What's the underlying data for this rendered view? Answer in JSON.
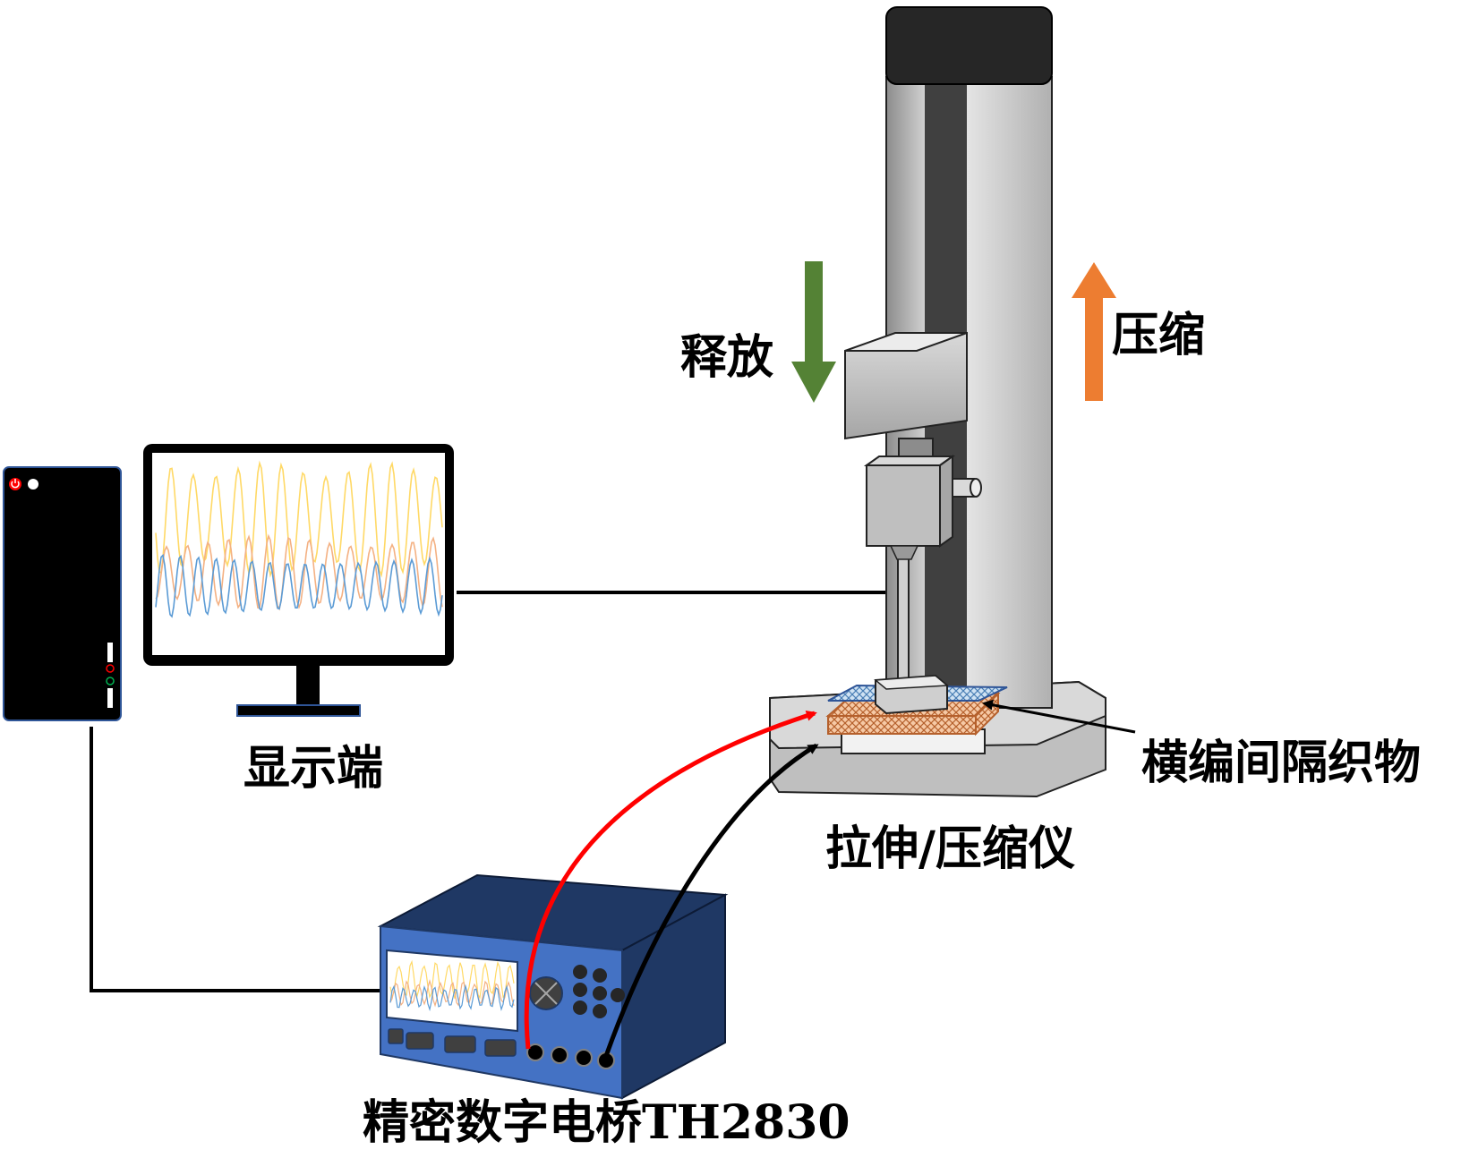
{
  "labels": {
    "display": "显示端",
    "release": "释放",
    "compress": "压缩",
    "fabric": "横编间隔织物",
    "tester": "拉伸/压缩仪",
    "bridge": "精密数字电桥TH2830"
  },
  "colors": {
    "release_arrow": "#548235",
    "compress_arrow": "#ed7d31",
    "signal_red": "#ff0000",
    "signal_black": "#000000",
    "bridge_body": "#4472c4",
    "bridge_dark": "#1f3864",
    "wave_yellow": "#ffd966",
    "wave_orange": "#f4b183",
    "wave_blue": "#5b9bd5"
  }
}
